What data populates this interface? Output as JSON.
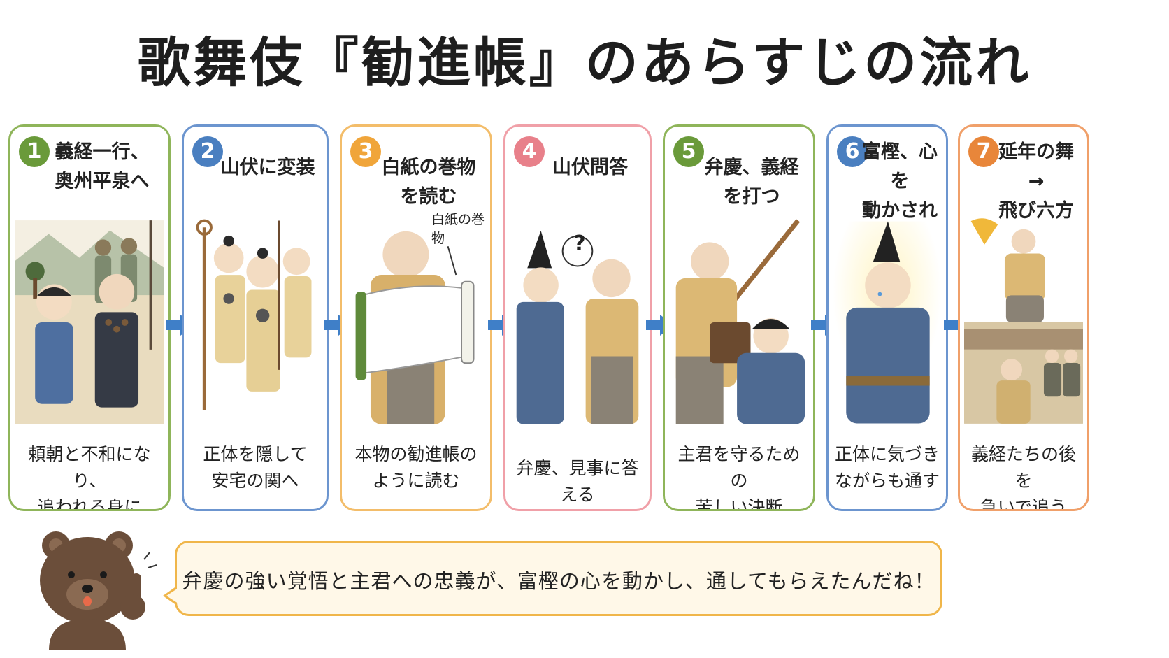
{
  "title": "歌舞伎『勧進帳』のあらすじの流れ",
  "steps": [
    {
      "number": "1",
      "title": "義経一行、\n奥州平泉へ",
      "caption": "頼朝と不和になり、\n追われる身に",
      "color": "#6a9a3a"
    },
    {
      "number": "2",
      "title": "山伏に変装",
      "caption": "正体を隠して\n安宅の関へ",
      "color": "#4a7fc0"
    },
    {
      "number": "3",
      "title": "白紙の巻物を読む",
      "caption": "本物の勧進帳の\nように読む",
      "color": "#f0a53a",
      "scroll_label": "白紙の巻物"
    },
    {
      "number": "4",
      "title": "山伏問答",
      "caption": "弁慶、見事に答える",
      "color": "#e8808a",
      "question_mark": "?"
    },
    {
      "number": "5",
      "title": "弁慶、義経を打つ",
      "caption": "主君を守るための\n苦しい決断",
      "color": "#6a9a3a"
    },
    {
      "number": "6",
      "title": "富樫、心を\n動かされる",
      "caption": "正体に気づき\nながらも通す",
      "color": "#4a7fc0"
    },
    {
      "number": "7",
      "title": "延年の舞 →\n飛び六方",
      "caption": "義経たちの後を\n急いで追う",
      "color": "#e8863a"
    }
  ],
  "arrow_color": "#3f7fc8",
  "speech_bubble": {
    "text": "弁慶の強い覚悟と主君への忠義が、富樫の心を動かし、通してもらえたんだね！"
  }
}
